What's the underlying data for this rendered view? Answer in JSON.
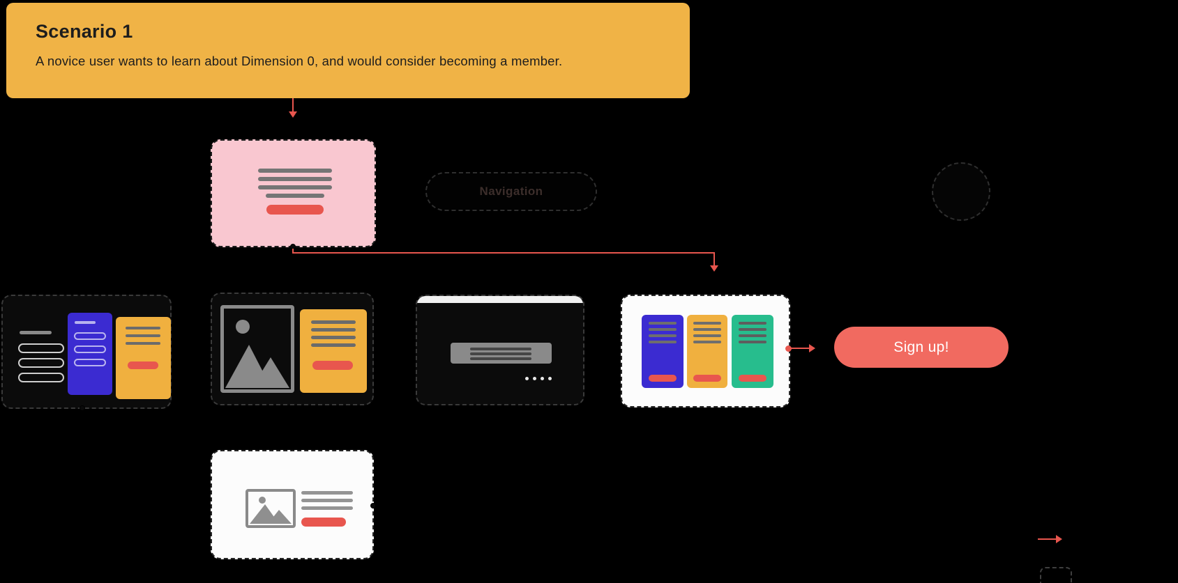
{
  "note": {
    "title": "Scenario 1",
    "body": "A novice user wants to learn about Dimension 0, and would consider becoming a member."
  },
  "navigation": {
    "label": "Navigation"
  },
  "signup": {
    "label": "Sign up!"
  },
  "icons": {
    "feature_image": "mountains-sun-photo-glyph",
    "article_thumbnail": "mountains-sun-photo-glyph",
    "carousel_pagination": "pagination-dots",
    "connector_heads": "arrowhead"
  },
  "colors": {
    "background": "#000000",
    "note_bg": "#F0B346",
    "pink": "#F9C7D0",
    "coral": "#F16A60",
    "red_accent": "#E8564E",
    "indigo": "#3B2BD1",
    "yellow": "#F0B03F",
    "green": "#27BD8D",
    "gray_line": "#8A8A8A",
    "dark_card": "#0B0B0B",
    "light_card": "#FCFCFC",
    "dashed_border_dark": "#3A3A3A",
    "dashed_border_light": "#262626"
  }
}
